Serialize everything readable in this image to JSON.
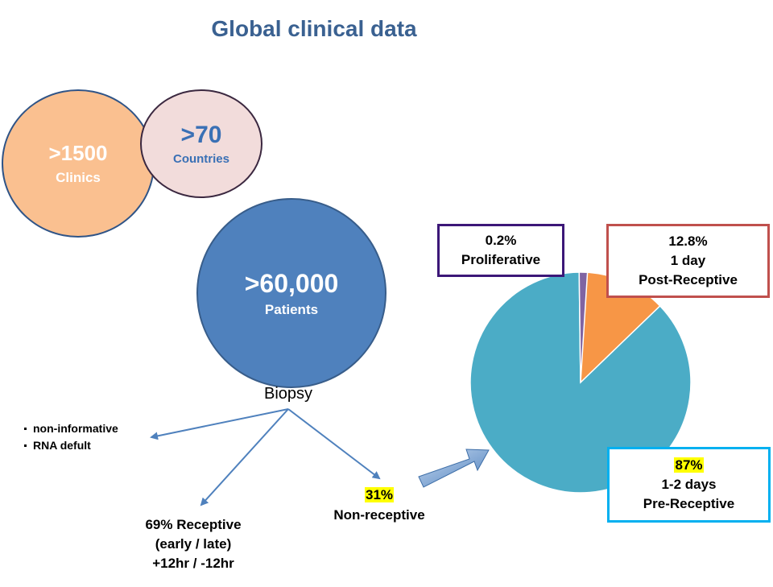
{
  "title": "Global clinical data",
  "stats": {
    "clinics": {
      "value": ">1500",
      "label": "Clinics"
    },
    "countries": {
      "value": ">70",
      "label": "Countries"
    },
    "patients": {
      "value": ">60,000",
      "label": "Patients"
    }
  },
  "biopsy_label": "Biopsy",
  "other_results": [
    "non-informative",
    "RNA defult"
  ],
  "receptive": {
    "line1": "69% Receptive",
    "line2": "(early / late)",
    "line3": "+12hr / -12hr"
  },
  "non_receptive": {
    "percent": "31%",
    "label": "Non-receptive"
  },
  "colors": {
    "title": "#3a6191",
    "clinics": "#fac090",
    "countries": "#f2dcdb",
    "patients": "#4f81bd",
    "pre_receptive": "#4bacc6",
    "post_receptive": "#f79646",
    "proliferative": "#8064a2",
    "arrow": "#4f81bd"
  },
  "chart_data": {
    "type": "pie",
    "slices": [
      {
        "name": "Pre-Receptive",
        "value": 87,
        "color": "#4bacc6"
      },
      {
        "name": "Post-Receptive",
        "value": 12.8,
        "color": "#f79646"
      },
      {
        "name": "Proliferative",
        "value": 0.2,
        "color": "#8064a2"
      }
    ],
    "labels": {
      "proliferative": {
        "percent": "0.2%",
        "name": "Proliferative"
      },
      "post": {
        "percent": "12.8%",
        "days": "1 day",
        "name": "Post-Receptive"
      },
      "pre": {
        "percent": "87%",
        "days": "1-2 days",
        "name": "Pre-Receptive"
      }
    }
  }
}
